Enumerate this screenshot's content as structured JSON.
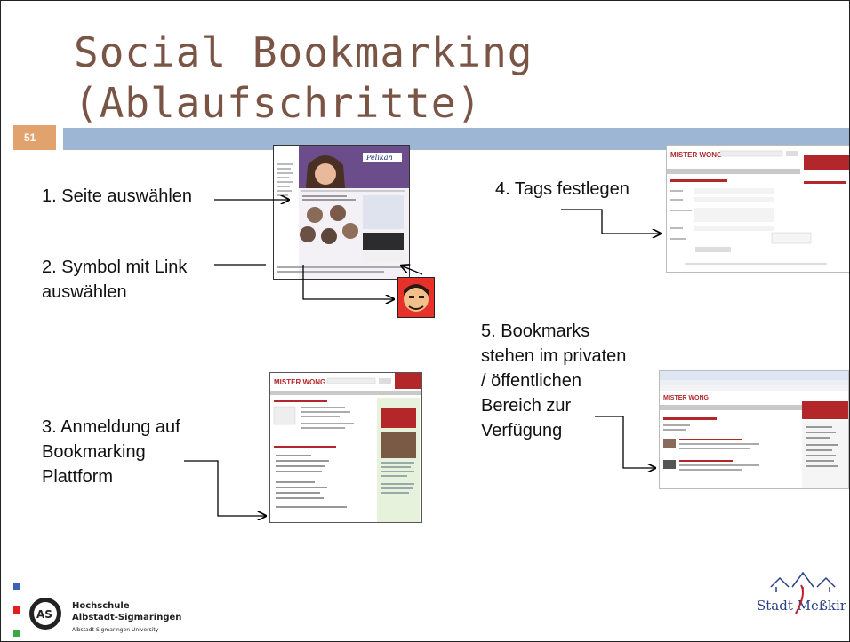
{
  "slide": {
    "number": "51",
    "title_lines": [
      "Social Bookmarking",
      "(Ablaufschritte)"
    ]
  },
  "steps": [
    {
      "lines": [
        "1. Seite auswählen"
      ]
    },
    {
      "lines": [
        "2. Symbol mit Link",
        "auswählen"
      ]
    },
    {
      "lines": [
        "3. Anmeldung auf",
        "Bookmarking",
        "Plattform"
      ]
    },
    {
      "lines": [
        "4. Tags festlegen"
      ]
    },
    {
      "lines": [
        "5. Bookmarks",
        "stehen im privaten",
        "/ öffentlichen",
        "Bereich zur",
        "Verfügung"
      ]
    }
  ],
  "screenshots": {
    "pelikan_brand": "Pelikan",
    "mister_wong_brand": "MISTER WONG"
  },
  "footer": {
    "left_logo_mark": "AS",
    "left_logo_lines": [
      "Hochschule",
      "Albstadt-Sigmaringen",
      "Albstadt-Sigmaringen University"
    ],
    "right_logo_text": "Stadt Meßkirch"
  },
  "colors": {
    "title": "#7a5546",
    "bar": "#9db6d4",
    "slide_number_bg": "#e2a26e",
    "mister_wong_red": "#b3262a"
  }
}
